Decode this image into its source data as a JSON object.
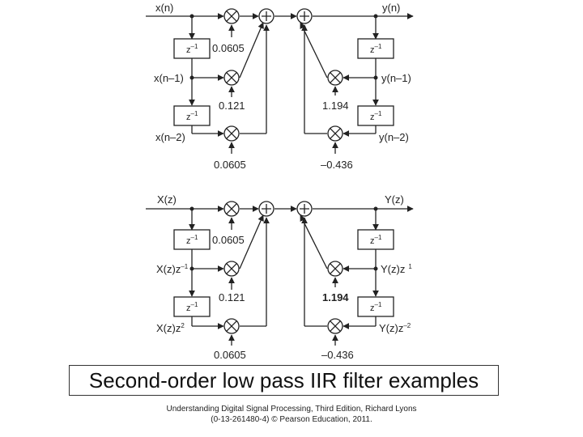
{
  "top": {
    "input_label": "x(n)",
    "output_label": "y(n)",
    "x1_label": "x(n–1)",
    "x2_label": "x(n–2)",
    "y1_label": "y(n–1)",
    "y2_label": "y(n–2)",
    "delay_label": "z",
    "delay_sup": "–1",
    "b0": "0.0605",
    "b1": "0.121",
    "b2": "0.0605",
    "a1": "1.194",
    "a2": "–0.436"
  },
  "bottom": {
    "input_label": "X(z)",
    "output_label": "Y(z)",
    "x1_label": "X(z)z",
    "x1_sup": "–1",
    "x2_label": "X(z)z",
    "x2_sup": "2",
    "y1_label": "Y(z)z",
    "y1_sup": "1",
    "y2_label": "Y(z)z",
    "y2_sup": "–2",
    "delay_label": "z",
    "delay_sup": "–1",
    "b0": "0.0605",
    "b1": "0.121",
    "b2": "0.0605",
    "a1": "1.194",
    "a2": "–0.436"
  },
  "caption": "Second-order low pass IIR filter examples",
  "credit_line1": "Understanding Digital Signal Processing, Third Edition, Richard Lyons",
  "credit_line2": "(0-13-261480-4) © Pearson Education, 2011."
}
